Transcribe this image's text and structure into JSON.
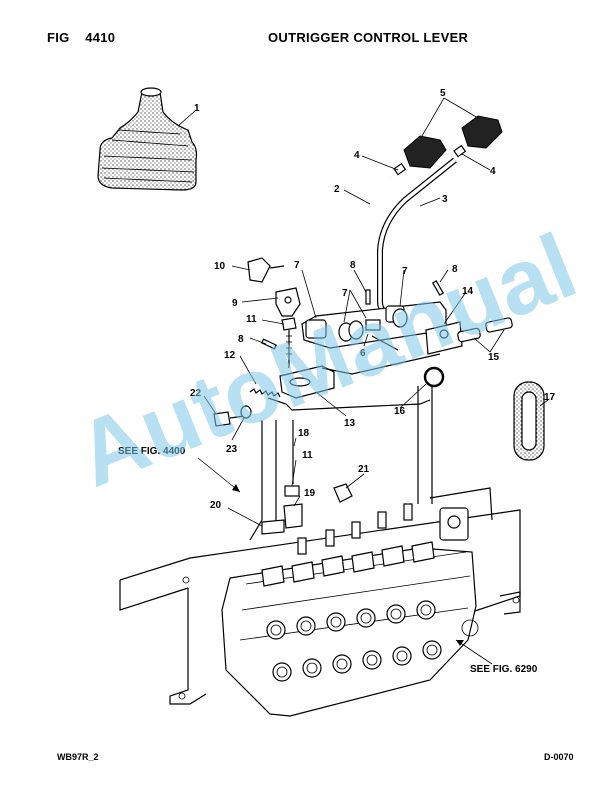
{
  "header": {
    "fig_label": "FIG    4410",
    "title": "OUTRIGGER CONTROL LEVER"
  },
  "footer": {
    "left": "WB97R_2",
    "right": "D-0070"
  },
  "watermark": {
    "text": "AutoManual",
    "color": "#7cc6ea"
  },
  "references": {
    "fig_4400": "SEE FIG. 4400",
    "fig_6290": "SEE FIG. 6290"
  },
  "callouts": {
    "c1": "1",
    "c2": "2",
    "c3": "3",
    "c4a": "4",
    "c4b": "4",
    "c5": "5",
    "c6": "6",
    "c7a": "7",
    "c7b": "7",
    "c7c": "7",
    "c8a": "8",
    "c8b": "8",
    "c8c": "8",
    "c9": "9",
    "c10": "10",
    "c11a": "11",
    "c11b": "11",
    "c12": "12",
    "c13": "13",
    "c14": "14",
    "c15": "15",
    "c16": "16",
    "c17": "17",
    "c18": "18",
    "c19": "19",
    "c20": "20",
    "c21": "21",
    "c22": "22",
    "c23": "23"
  }
}
